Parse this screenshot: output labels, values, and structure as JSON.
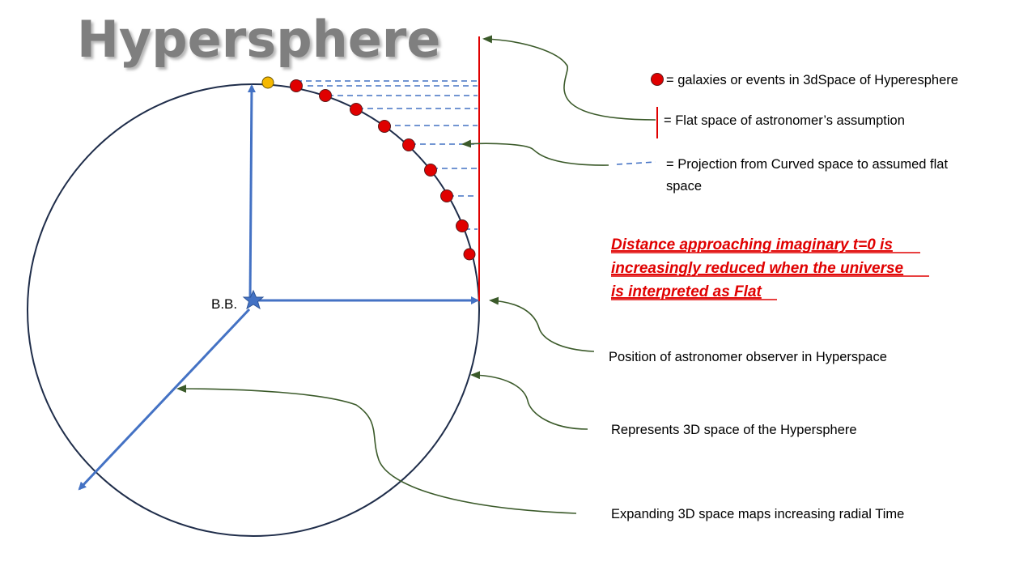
{
  "title": "Hypersphere",
  "center_label": "B.B.",
  "legend": {
    "galaxies": "= galaxies or events in 3dSpace of Hyperesphere",
    "flat_space": "= Flat space of astronomer’s assumption",
    "projection_line1": "= Projection from Curved space to assumed flat",
    "projection_line2": "space"
  },
  "note": {
    "line1": "Distance approaching imaginary t=0 is",
    "line2": "increasingly reduced when the universe",
    "line3": "is interpreted as Flat"
  },
  "annotations": {
    "observer": "Position of astronomer observer in Hyperspace",
    "sphere": "Represents 3D space of the Hypersphere",
    "time": "Expanding 3D space maps increasing radial Time"
  },
  "colors": {
    "circle": "#1F2D4A",
    "axis": "#4472C4",
    "galaxy_fill": "#E00000",
    "galaxy_stroke": "#5A1A1A",
    "origin_event": "#F5B800",
    "flat_line": "#E00000",
    "projection": "#4472C4",
    "pointer": "#3B5A2A",
    "note_text": "#E00000",
    "title_text": "#7F7F7F"
  }
}
